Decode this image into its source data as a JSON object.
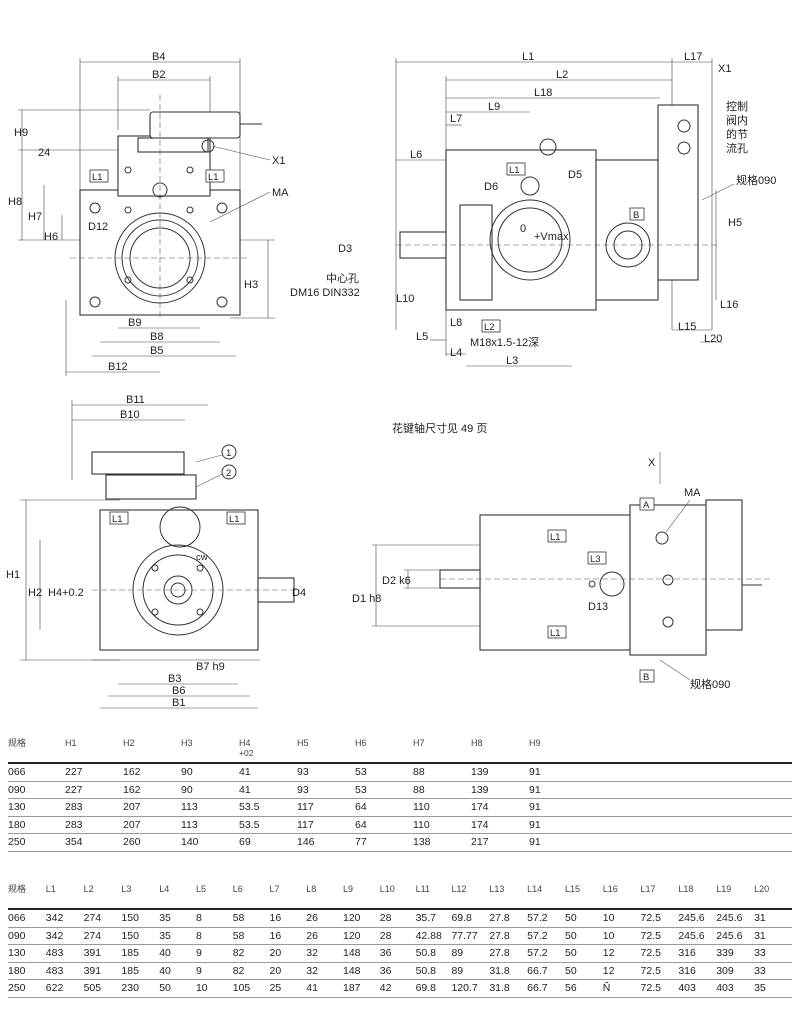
{
  "drawing": {
    "top_left": {
      "labels": [
        "B4",
        "B2",
        "H9",
        "24",
        "X1",
        "L1",
        "L1",
        "MA",
        "H8",
        "H7",
        "D12",
        "H6",
        "H3",
        "B9",
        "B8",
        "B5",
        "B12"
      ]
    },
    "top_right": {
      "labels": [
        "L1",
        "L17",
        "X1",
        "L2",
        "L18",
        "L9",
        "L7",
        "L6",
        "L1",
        "D6",
        "D5",
        "B",
        "规格090",
        "H5",
        "D3",
        "0",
        "+Vmax",
        "中心孔",
        "DM16 DIN332",
        "L10",
        "L16",
        "L8",
        "L2",
        "L15",
        "L20",
        "L5",
        "L4",
        "M18x1.5-12深",
        "L3"
      ],
      "control_text": [
        "控制",
        "阀内",
        "的节",
        "流孔"
      ]
    },
    "bottom_left": {
      "labels": [
        "B11",
        "B10",
        "1",
        "2",
        "L1",
        "L1",
        "H1",
        "H2",
        "H4+0.2",
        "cw",
        "D4",
        "B7 h9",
        "B3",
        "B6",
        "B1"
      ]
    },
    "bottom_right": {
      "note": "花键轴尺寸见 49 页",
      "labels": [
        "X",
        "A",
        "MA",
        "L1",
        "L3",
        "D2 k6",
        "D1 h8",
        "D13",
        "L1",
        "B",
        "规格090"
      ]
    }
  },
  "table_h": {
    "headers": [
      "规格",
      "H1",
      "H2",
      "H3",
      "H4",
      "H5",
      "H6",
      "H7",
      "H8",
      "H9"
    ],
    "h4_sub": "+02",
    "rows": [
      [
        "066",
        "227",
        "162",
        "90",
        "41",
        "93",
        "53",
        "88",
        "139",
        "91"
      ],
      [
        "090",
        "227",
        "162",
        "90",
        "41",
        "93",
        "53",
        "88",
        "139",
        "91"
      ],
      [
        "130",
        "283",
        "207",
        "113",
        "53.5",
        "117",
        "64",
        "110",
        "174",
        "91"
      ],
      [
        "180",
        "283",
        "207",
        "113",
        "53.5",
        "117",
        "64",
        "110",
        "174",
        "91"
      ],
      [
        "250",
        "354",
        "260",
        "140",
        "69",
        "146",
        "77",
        "138",
        "217",
        "91"
      ]
    ]
  },
  "table_l": {
    "headers": [
      "规格",
      "L1",
      "L2",
      "L3",
      "L4",
      "L5",
      "L6",
      "L7",
      "L8",
      "L9",
      "L10",
      "L11",
      "L12",
      "L13",
      "L14",
      "L15",
      "L16",
      "L17",
      "L18",
      "L19",
      "L20"
    ],
    "rows": [
      [
        "066",
        "342",
        "274",
        "150",
        "35",
        "8",
        "58",
        "16",
        "26",
        "120",
        "28",
        "35.7",
        "69.8",
        "27.8",
        "57.2",
        "50",
        "10",
        "72.5",
        "245.6",
        "245.6",
        "31"
      ],
      [
        "090",
        "342",
        "274",
        "150",
        "35",
        "8",
        "58",
        "16",
        "26",
        "120",
        "28",
        "42.88",
        "77.77",
        "27.8",
        "57.2",
        "50",
        "10",
        "72.5",
        "245.6",
        "245.6",
        "31"
      ],
      [
        "130",
        "483",
        "391",
        "185",
        "40",
        "9",
        "82",
        "20",
        "32",
        "148",
        "36",
        "50.8",
        "89",
        "27.8",
        "57.2",
        "50",
        "12",
        "72.5",
        "316",
        "339",
        "33"
      ],
      [
        "180",
        "483",
        "391",
        "185",
        "40",
        "9",
        "82",
        "20",
        "32",
        "148",
        "36",
        "50.8",
        "89",
        "31.8",
        "66.7",
        "50",
        "12",
        "72.5",
        "316",
        "309",
        "33"
      ],
      [
        "250",
        "622",
        "505",
        "230",
        "50",
        "10",
        "105",
        "25",
        "41",
        "187",
        "42",
        "69.8",
        "120.7",
        "31.8",
        "66.7",
        "56",
        "Ñ",
        "72.5",
        "403",
        "403",
        "35"
      ]
    ]
  }
}
